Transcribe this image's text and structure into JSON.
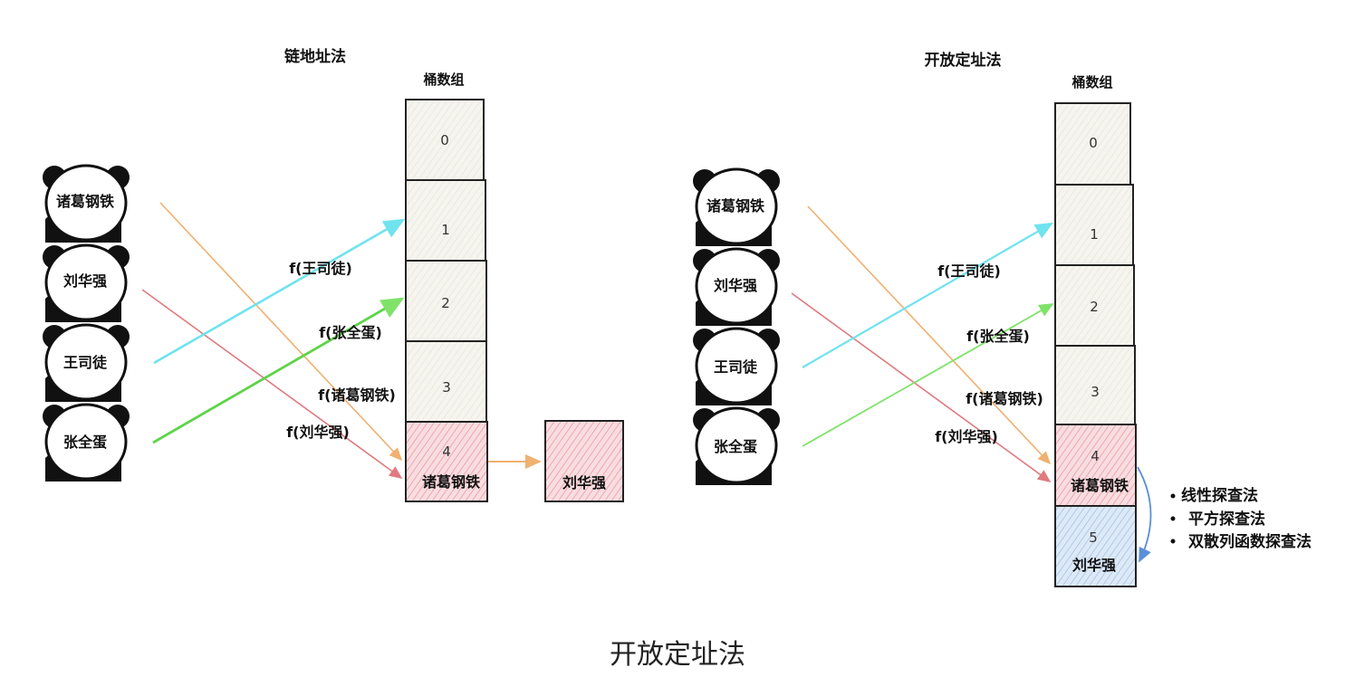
{
  "colors": {
    "orange": "#f0b070",
    "red": "#e07a80",
    "cyan": "#6fe3ee",
    "green": "#7fe36a",
    "green_bold": "#5fd34a",
    "blue_arrow": "#5b8fd6",
    "cell_fill": "#f3f1ea",
    "cell_pink": "#f6cdd3",
    "cell_blue": "#cfe0f3"
  },
  "chain": {
    "title": "链地址法",
    "bucket_header": "桶数组",
    "buckets": [
      {
        "index": "0",
        "name": ""
      },
      {
        "index": "1",
        "name": ""
      },
      {
        "index": "2",
        "name": ""
      },
      {
        "index": "3",
        "name": ""
      },
      {
        "index": "4",
        "name": "诸葛钢铁"
      }
    ],
    "chain_node": "刘华强",
    "people": [
      "诸葛钢铁",
      "刘华强",
      "王司徒",
      "张全蛋"
    ],
    "fn_labels": [
      "f(王司徒)",
      "f(张全蛋)",
      "f(诸葛钢铁)",
      "f(刘华强)"
    ]
  },
  "open": {
    "title": "开放定址法",
    "bucket_header": "桶数组",
    "buckets": [
      {
        "index": "0",
        "name": ""
      },
      {
        "index": "1",
        "name": ""
      },
      {
        "index": "2",
        "name": ""
      },
      {
        "index": "3",
        "name": ""
      },
      {
        "index": "4",
        "name": "诸葛钢铁"
      },
      {
        "index": "5",
        "name": "刘华强"
      }
    ],
    "people": [
      "诸葛钢铁",
      "刘华强",
      "王司徒",
      "张全蛋"
    ],
    "fn_labels": [
      "f(王司徒)",
      "f(张全蛋)",
      "f(诸葛钢铁)",
      "f(刘华强)"
    ],
    "probes": [
      "线性探查法",
      "平方探查法",
      "双散列函数探查法"
    ]
  },
  "caption": "开放定址法"
}
